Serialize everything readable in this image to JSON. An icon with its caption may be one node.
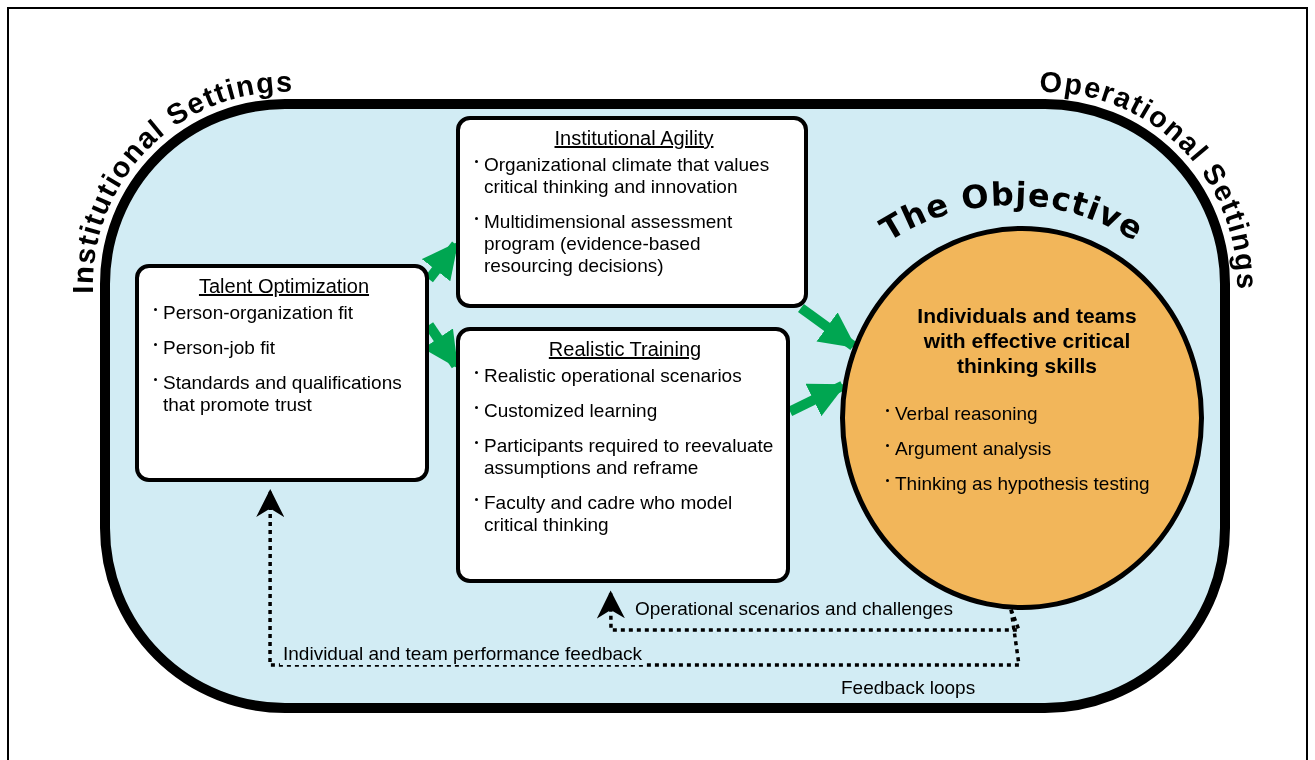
{
  "diagram": {
    "nodes": [
      {
        "text": [
          "Talent Optimization",
          "Person-organization fit",
          "Person-job fit",
          "Standards and qualifications that promote trust"
        ]
      },
      {
        "text": [
          "Institutional Agility",
          "Organizational climate that values critical thinking and innovation",
          "Multidimensional assessment program (evidence-based resourcing decisions)"
        ]
      },
      {
        "text": [
          "Realistic Training",
          "Realistic operational scenarios",
          "Customized learning",
          "Participants required to reevaluate assumptions and reframe",
          "Faculty and cadre who model critical thinking"
        ]
      },
      {
        "text": [
          "The Objective",
          "Individuals and teams with effective critical thinking skills",
          "Verbal reasoning",
          "Argument analysis",
          "Thinking as hypothesis testing"
        ]
      }
    ],
    "edges": [
      {
        "from": 0,
        "to": 1,
        "arrow": "to"
      },
      {
        "from": 0,
        "to": 2,
        "arrow": "to"
      },
      {
        "from": 1,
        "to": 3,
        "arrow": "to"
      },
      {
        "from": 2,
        "to": 3,
        "arrow": "to"
      },
      {
        "from": 3,
        "to": 0,
        "arrow": "to",
        "style": "dashed",
        "color": "#000000",
        "label": "Individual and team performance feedback"
      },
      {
        "from": 3,
        "to": 2,
        "arrow": "to",
        "style": "dashed",
        "color": "#000000",
        "label": "Operational scenarios and challenges"
      }
    ],
    "labels": [
      "Institutional Settings",
      "Operational Settings",
      "Feedback loops"
    ]
  }
}
